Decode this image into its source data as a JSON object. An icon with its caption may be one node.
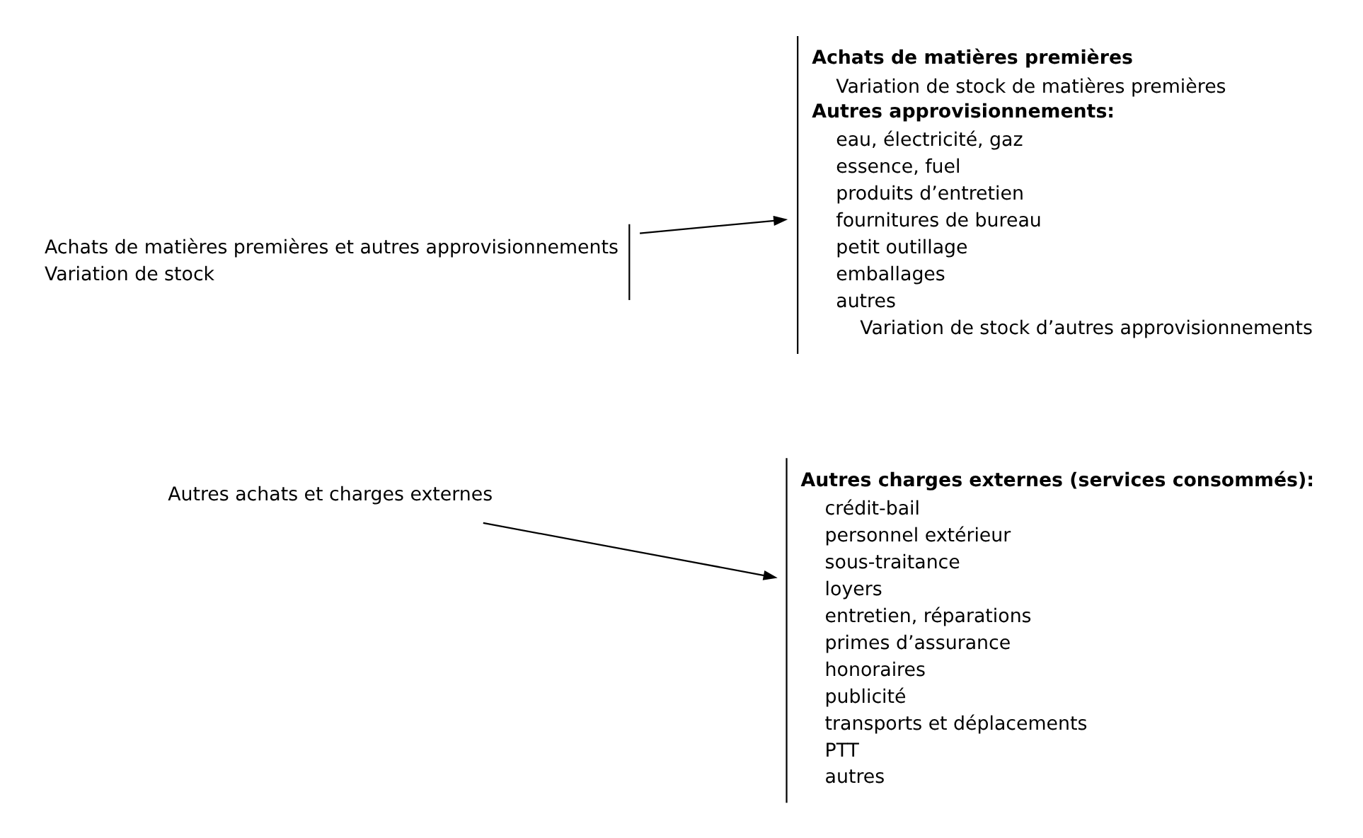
{
  "diagram": {
    "nodes": [
      {
        "text": [
          "Achats de matières premières et autres approvisionnements",
          "Variation de stock"
        ]
      },
      {
        "text": [
          "Achats de matières premières",
          "Variation de stock de matières premières",
          "Autres approvisionnements:",
          "eau, électricité, gaz",
          "essence, fuel",
          "produits d’entretien",
          "fournitures de bureau",
          "petit outillage",
          "emballages",
          "autres",
          "Variation de stock d’autres approvisionnements"
        ]
      },
      {
        "text": [
          "Autres achats et charges externes"
        ]
      },
      {
        "text": [
          "Autres charges externes (services consommés):",
          "crédit-bail",
          "personnel extérieur",
          "sous-traitance",
          "loyers",
          "entretien, réparations",
          "primes d’assurance",
          "honoraires",
          "publicité",
          "transports et déplacements",
          "PTT",
          "autres"
        ]
      }
    ],
    "edges": [
      {
        "from": 0,
        "to": 1,
        "arrow": "to"
      },
      {
        "from": 2,
        "to": 3,
        "arrow": "to"
      }
    ]
  }
}
